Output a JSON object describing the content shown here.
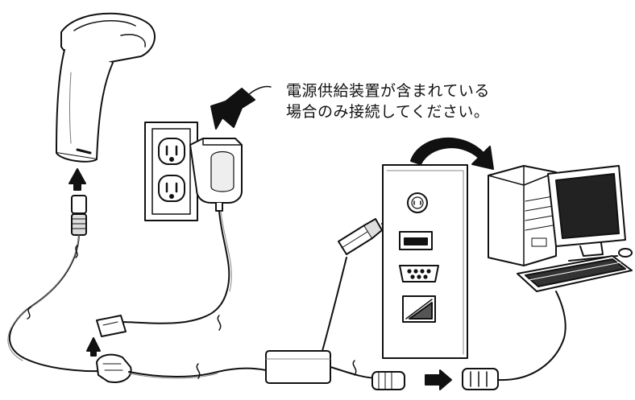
{
  "diagram": {
    "note": {
      "line1": "電源供給装置が含まれている",
      "line2": "場合のみ接続してください。"
    },
    "parts": {
      "scanner": "scanner",
      "power_outlet": "power-outlet",
      "power_adapter": "power-adapter",
      "pc_back_panel": "pc-back-panel",
      "computer": "desktop-computer"
    },
    "colors": {
      "line": "#111111",
      "fill": "#ffffff",
      "shade": "#cfcfcf",
      "dark": "#1a1a1a"
    }
  }
}
